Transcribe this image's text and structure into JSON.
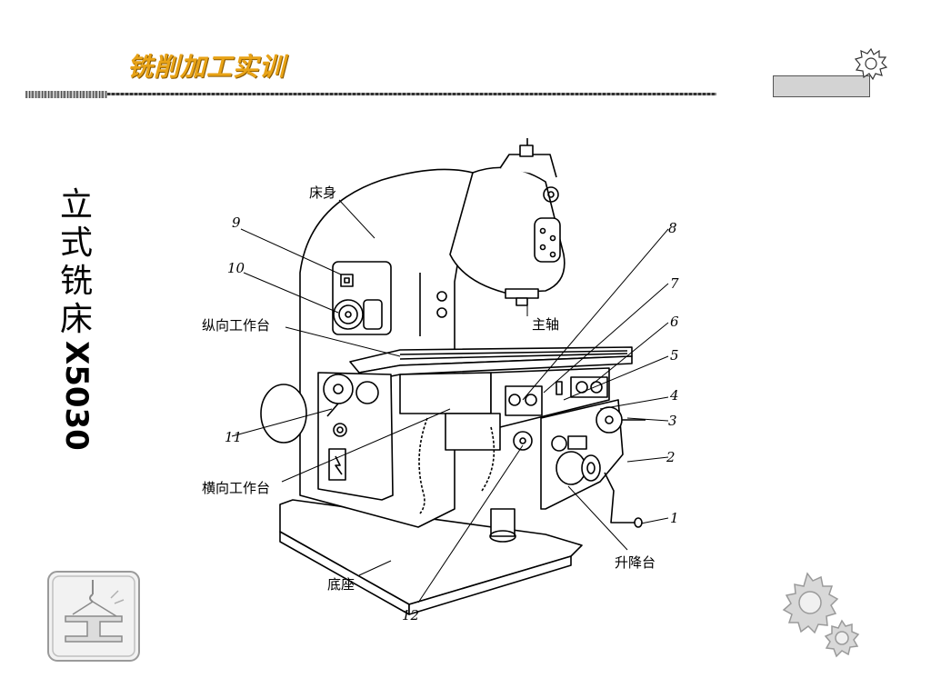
{
  "header": {
    "title": "铣削加工实训"
  },
  "slide": {
    "title_chars": [
      "立",
      "式",
      "铣",
      "床"
    ],
    "model": "X5030"
  },
  "diagram": {
    "labels": {
      "bed": "床身",
      "spindle": "主轴",
      "longitudinal_table": "纵向工作台",
      "cross_table": "横向工作台",
      "base": "底座",
      "lifting_table": "升降台"
    },
    "numbers": [
      "1",
      "2",
      "3",
      "4",
      "5",
      "6",
      "7",
      "8",
      "9",
      "10",
      "11",
      "12"
    ]
  },
  "colors": {
    "title": "#e8a317",
    "box": "#d3d3d3",
    "line": "#000000"
  },
  "icons": {
    "top_right": "saw-gear-icon",
    "bottom_left": "crane-beam-icon",
    "bottom_right": "gears-icon"
  }
}
